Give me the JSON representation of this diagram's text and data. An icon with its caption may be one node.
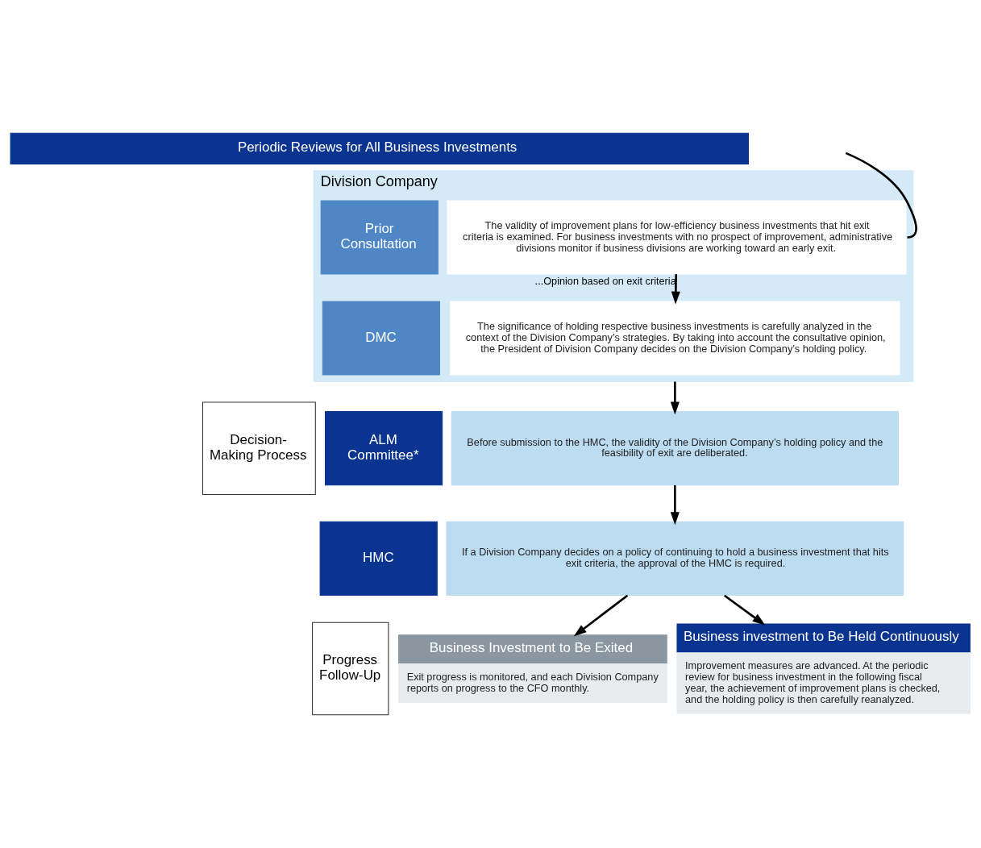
{
  "diagram": {
    "nodes": [
      {
        "text": [
          "Periodic Reviews for All Business Investments"
        ]
      },
      {
        "text": [
          "Decision-Making Process"
        ]
      },
      {
        "text": [
          "Division Company"
        ]
      },
      {
        "text": [
          "Prior Consultation"
        ],
        "in": 2
      },
      {
        "text": [
          "The validity of improvement plans for low-efficiency business investments that hit exit criteria is examined. For business investments with no prospect of improvement, administrative divisions monitor if business divisions are working toward an early exit."
        ],
        "in": 2
      },
      {
        "text": [
          "DMC"
        ],
        "in": 2
      },
      {
        "text": [
          "The significance of holding respective business investments is carefully analyzed in the context of the Division Company’s strategies. By taking into account the consultative opinion, the President of Division Company decides on the Division Company’s holding policy."
        ],
        "in": 2
      },
      {
        "text": [
          "ALM Committee*"
        ]
      },
      {
        "text": [
          "Before submission to the HMC, the validity of the Division Company’s holding policy and the feasibility of exit are deliberated."
        ]
      },
      {
        "text": [
          "HMC"
        ]
      },
      {
        "text": [
          "If a Division Company decides on a policy of continuing to hold a business investment that hits exit criteria, the approval of the HMC is required."
        ]
      },
      {
        "text": [
          "Progress Follow-Up"
        ]
      },
      {
        "text": [
          "Business Investment to Be Exited",
          "Exit progress is monitored, and each Division Company reports on progress to the CFO monthly."
        ]
      },
      {
        "text": [
          "Business investment to Be Held Continuously",
          "Improvement measures are advanced. At the periodic review for business investment in the following fiscal year, the achievement of improvement plans is checked, and the holding policy is then carefully reanalyzed."
        ]
      }
    ],
    "edges": [
      {
        "from": 4,
        "to": 6,
        "arrow": "to",
        "label": "...Opinion based on exit criteria"
      },
      {
        "from": 2,
        "to": 8,
        "arrow": "to"
      },
      {
        "from": 8,
        "to": 10,
        "arrow": "to"
      },
      {
        "from": 10,
        "to": 12,
        "arrow": "to"
      },
      {
        "from": 10,
        "to": 13,
        "arrow": "to"
      },
      {
        "from": null,
        "to": 4,
        "arrow": "none"
      }
    ]
  }
}
